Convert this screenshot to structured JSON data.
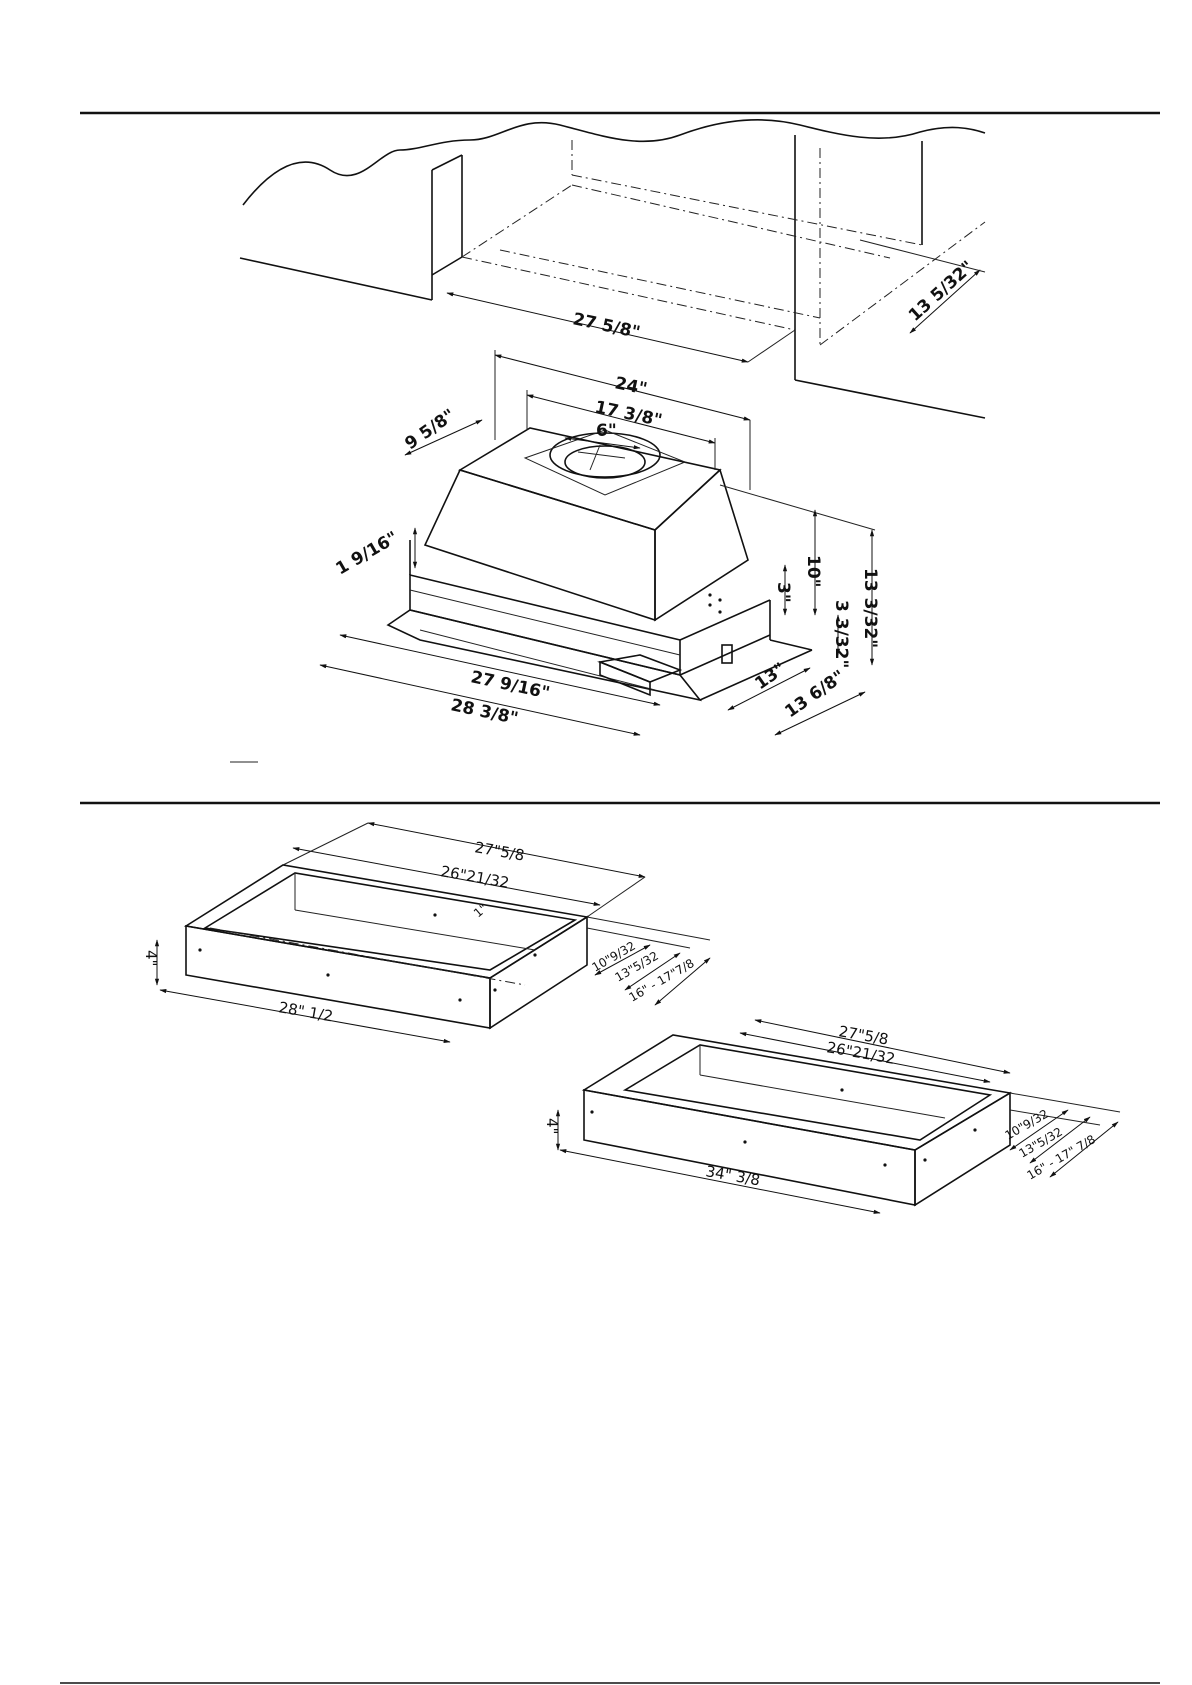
{
  "hood_installation": {
    "cabinet_opening_width": "27  5/8\"",
    "cabinet_opening_depth": "13  5/32\"",
    "overall_width": "24\"",
    "blower_width": "17  3/8\"",
    "duct_diameter": "6\"",
    "duct_offset": "9  5/8\"",
    "flange_height": "1  9/16\"",
    "body_width": "27  9/16\"",
    "liner_width": "28  3/8\"",
    "body_height": "10\"",
    "front_height": "3\"",
    "overall_height": "13  3/32\"",
    "bottom_height": "3  3/32\"",
    "body_depth": "13\"",
    "liner_depth": "13  6/8\""
  },
  "liner_28": {
    "outer_length": "27\"5/8",
    "inner_length": "26\"21/32",
    "lip": "1\"",
    "height": "4\"",
    "front_length": "28\"  1/2",
    "depth_1": "10\"9/32",
    "depth_2": "13\"5/32",
    "depth_3": "16\" - 17\"7/8"
  },
  "liner_34": {
    "outer_length": "27\"5/8",
    "inner_length": "26\"21/32",
    "height": "4\"",
    "front_length": "34\"  3/8",
    "depth_1": "10\"9/32",
    "depth_2": "13\"5/32",
    "depth_3": "16\" - 17\"  7/8"
  }
}
